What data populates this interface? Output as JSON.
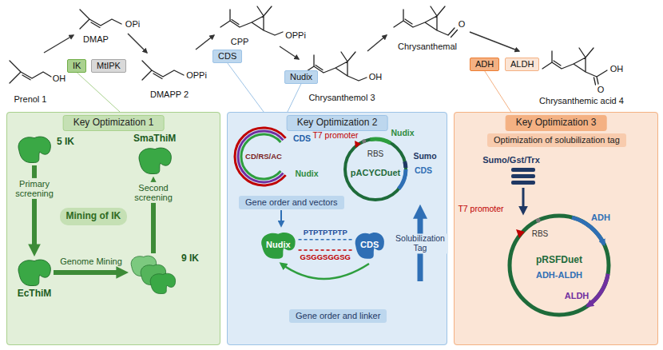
{
  "diagram": {
    "nodes": [
      {
        "text": [
          "IK"
        ]
      },
      {
        "text": [
          "MtIPK"
        ]
      },
      {
        "text": [
          "CDS"
        ]
      },
      {
        "text": [
          "Nudix"
        ]
      },
      {
        "text": [
          "ADH"
        ]
      },
      {
        "text": [
          "ALDH"
        ]
      },
      {
        "text": [
          "Key Optimization 1"
        ]
      },
      {
        "text": [
          "5 IK"
        ],
        "in": 6
      },
      {
        "text": [
          "SmaThiM"
        ],
        "in": 6
      },
      {
        "text": [
          "Mining of IK"
        ],
        "in": 6
      },
      {
        "text": [
          "EcThiM"
        ],
        "in": 6
      },
      {
        "text": [
          "9 IK"
        ],
        "in": 6
      },
      {
        "text": [
          "Key Optimization 2"
        ]
      },
      {
        "text": [
          "Gene order and vectors"
        ],
        "in": 12
      },
      {
        "text": [
          "Nudix"
        ],
        "in": 12
      },
      {
        "text": [
          "CDS"
        ],
        "in": 12
      },
      {
        "text": [
          "Gene order and linker"
        ],
        "in": 12
      },
      {
        "text": [
          "Key Optimization 3"
        ]
      },
      {
        "text": [
          "Optimization of solubilization tag"
        ],
        "in": 17
      }
    ],
    "edges": [
      {
        "from": 7,
        "to": 10,
        "arrow": "to",
        "label": "Primary screening"
      },
      {
        "from": 10,
        "to": 11,
        "arrow": "to",
        "label": "Genome Mining"
      },
      {
        "from": 11,
        "to": 8,
        "arrow": "to",
        "label": "Second screening"
      },
      {
        "from": 14,
        "to": 15,
        "arrow": "none",
        "label": "PTPTPTPTP"
      },
      {
        "from": 14,
        "to": 15,
        "arrow": "none",
        "label": "GSGGSGGSG"
      },
      {
        "from": 0,
        "to": 6,
        "arrow": "none"
      },
      {
        "from": 2,
        "to": 12,
        "arrow": "none"
      },
      {
        "from": 3,
        "to": 12,
        "arrow": "none"
      },
      {
        "from": 4,
        "to": 17,
        "arrow": "none"
      }
    ],
    "labels": [
      "DMAP",
      "OPi",
      "Prenol 1",
      "OH",
      "OPPi",
      "DMAPP 2",
      "CPP",
      "OPPi",
      "OH",
      "Chrysanthemol 3",
      "O",
      "Chrysanthemal",
      "OH",
      "O",
      "Chrysanthemic acid 4",
      "CDS",
      "CD/RS/AC",
      "Nudix",
      "T7 promoter",
      "Nudix",
      "RBS",
      "Sumo",
      "CDS",
      "pACYCDuet",
      "Solubilization Tag",
      "Sumo/Gst/Trx",
      "T7 promoter",
      "RBS",
      "ADH",
      "pRSFDuet",
      "ADH-ALDH",
      "ALDH"
    ]
  }
}
